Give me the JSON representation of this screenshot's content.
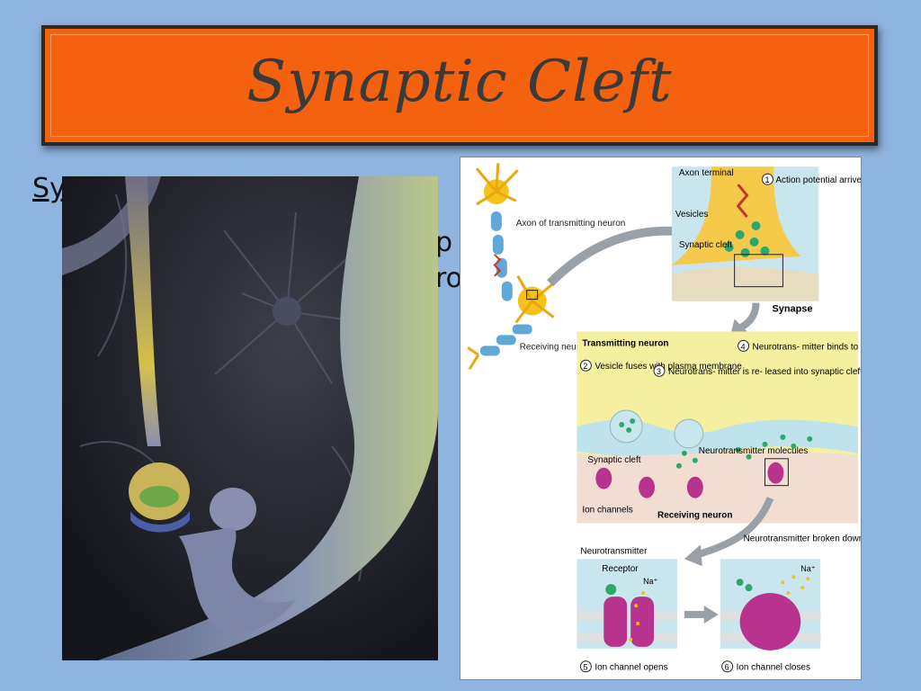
{
  "slide": {
    "title": "Synaptic Cleft",
    "body_fragments": [
      "Sy",
      "p",
      "ro"
    ]
  },
  "diagram": {
    "axon_label": "Axon of transmitting neuron",
    "receiving_label": "Receiving neuron",
    "synapse_caption": "Synapse",
    "axon_terminal": "Axon terminal",
    "vesicles": "Vesicles",
    "synaptic_cleft_top": "Synaptic cleft",
    "step1": "Action potential arrives",
    "transmitting_neuron": "Transmitting neuron",
    "step2": "Vesicle fuses with plasma membrane",
    "step3": "Neurotrans- mitter is re- leased into synaptic cleft",
    "step4": "Neurotrans- mitter binds to receptor on receiving neuron's membrane",
    "synaptic_cleft_mid": "Synaptic cleft",
    "nt_molecules": "Neurotransmitter molecules",
    "ion_channels": "Ion channels",
    "receiving_neuron_caption": "Receiving neuron",
    "neurotransmitter": "Neurotransmitter",
    "receptor": "Receptor",
    "na_left": "Na⁺",
    "nt_broken": "Neurotransmitter broken down and released",
    "na_right": "Na⁺",
    "step5": "Ion channel opens",
    "step6": "Ion channel closes"
  }
}
